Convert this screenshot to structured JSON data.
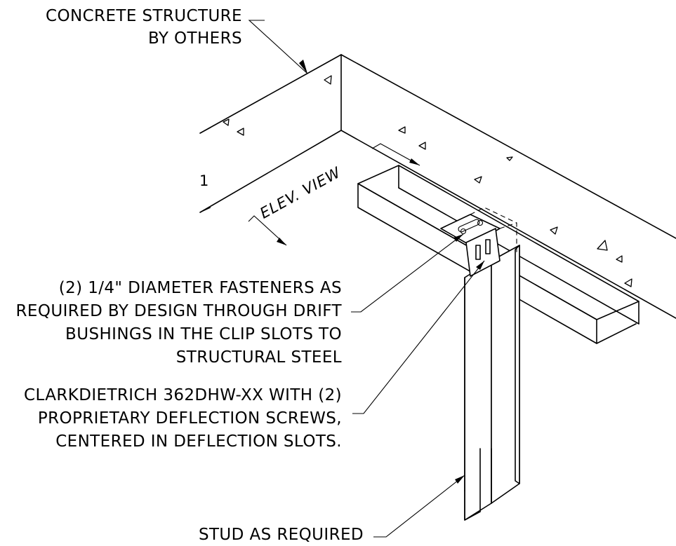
{
  "labels": {
    "concrete_line1": "CONCRETE STRUCTURE",
    "concrete_line2": "BY OTHERS",
    "elev_view": "ELEV. VIEW",
    "partial_tag": "1",
    "fasteners_line1": "(2) 1/4\" DIAMETER FASTENERS AS",
    "fasteners_line2": "REQUIRED BY DESIGN THROUGH DRIFT",
    "fasteners_line3": "BUSHINGS IN THE CLIP SLOTS TO",
    "fasteners_line4": "STRUCTURAL STEEL",
    "clip_line1": "CLARKDIETRICH 362DHW-XX WITH (2)",
    "clip_line2": "PROPRIETARY DEFLECTION SCREWS,",
    "clip_line3": "CENTERED IN DEFLECTION SLOTS.",
    "stud_line1": "STUD AS REQUIRED"
  }
}
